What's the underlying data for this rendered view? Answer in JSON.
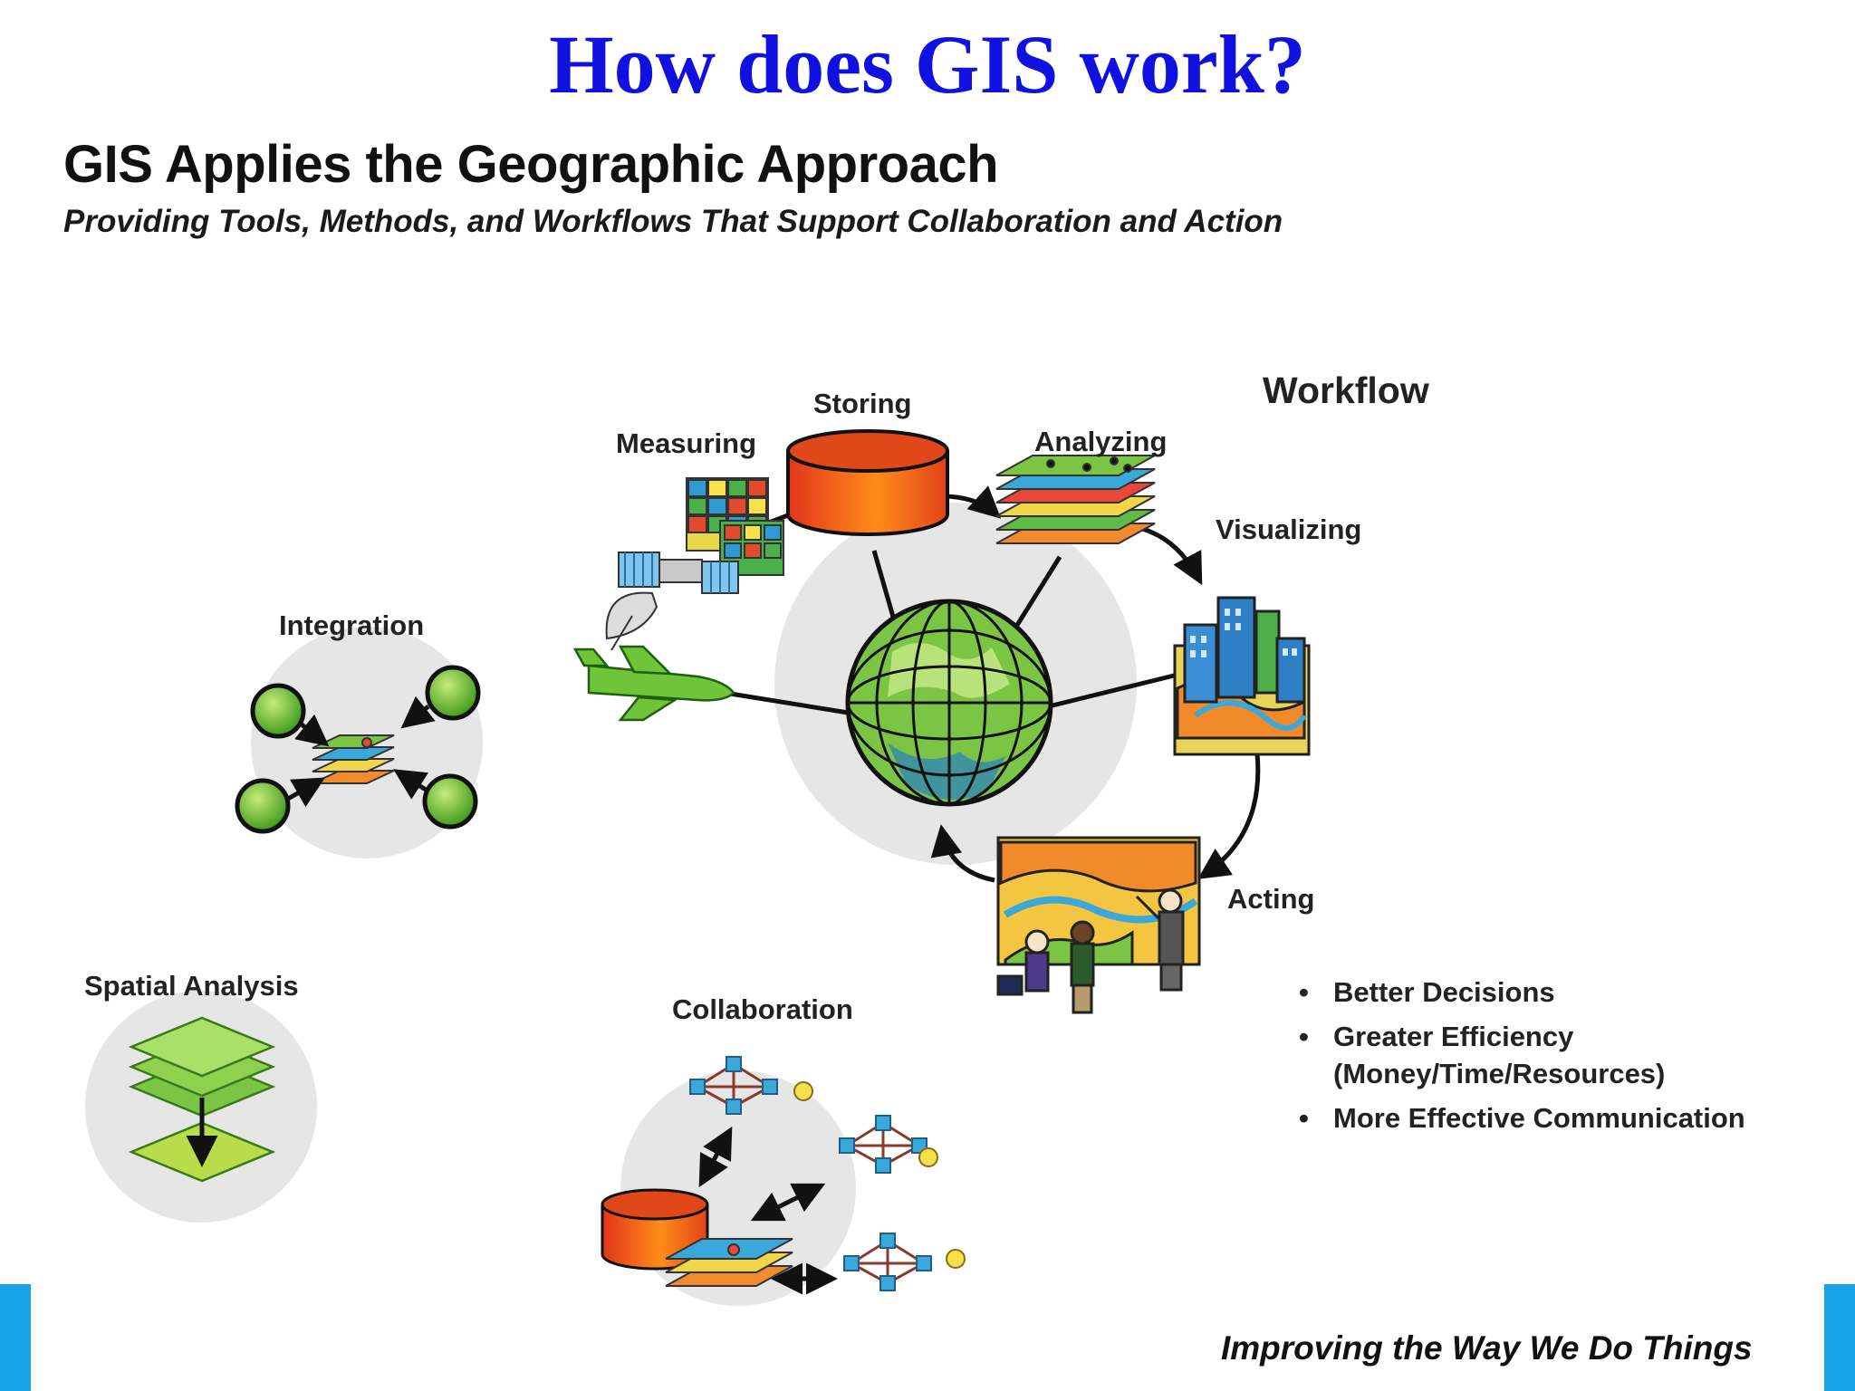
{
  "slide": {
    "title": "How does GIS work?",
    "heading": "GIS Applies the Geographic Approach",
    "subheading": "Providing Tools, Methods, and Workflows That Support Collaboration and Action"
  },
  "diagram": {
    "workflow_title": "Workflow",
    "steps": [
      "Measuring",
      "Storing",
      "Analyzing",
      "Visualizing",
      "Acting"
    ],
    "side_labels": {
      "integration": "Integration",
      "spatial_analysis": "Spatial Analysis",
      "collaboration": "Collaboration"
    },
    "benefits": [
      "Better Decisions",
      "Greater Efficiency (Money/Time/Resources)",
      "More Effective Communication"
    ],
    "footer": "Improving the Way We Do Things"
  },
  "colors": {
    "title": "#1010e0",
    "accent_blue": "#1aa3e8",
    "globe_green": "#7cc544",
    "database_orange": "#f05a14",
    "backdrop_gray": "#e6e6e6"
  },
  "icons": [
    "satellite-icon",
    "airplane-icon",
    "data-grid-icon",
    "database-icon",
    "data-layers-icon",
    "globe-icon",
    "city-map-icon",
    "presentation-board-icon",
    "network-icon"
  ]
}
